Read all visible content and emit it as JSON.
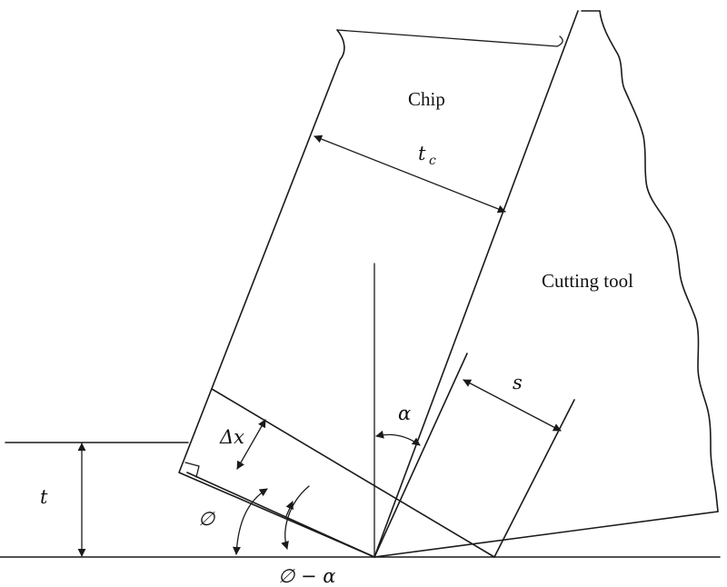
{
  "labels": {
    "chip": "Chip",
    "cutting_tool": "Cutting tool",
    "chip_thickness_main": "t",
    "chip_thickness_sub": "c",
    "shear_spacing": "s",
    "rake_angle": "α",
    "shear_zone_width": "Δx",
    "uncut_thickness": "t",
    "shear_angle": "∅",
    "shear_minus_rake": "∅ − α"
  },
  "colors": {
    "line": "#1a1a1a",
    "text": "#111111",
    "background": "#ffffff"
  }
}
